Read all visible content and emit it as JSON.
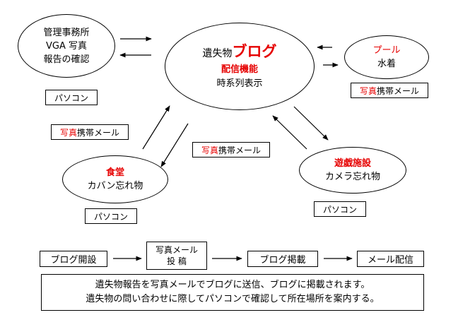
{
  "nodes": {
    "kanri": {
      "lines": [
        "管理事務所",
        "VGA 写真",
        "報告の確認"
      ]
    },
    "blog": {
      "prefix": "遺失物",
      "brand": "ブログ",
      "line2": "配信機能",
      "line3": "時系列表示"
    },
    "pool": {
      "line1": "プール",
      "line2": "水着"
    },
    "shokudo": {
      "line1": "食堂",
      "line2": "カバン忘れ物"
    },
    "yugi": {
      "line1": "遊戯施設",
      "line2": "カメラ忘れ物"
    }
  },
  "labels": {
    "pc": "パソコン",
    "photo": "写真",
    "mobile_mail": "携帯メール"
  },
  "flow": {
    "step1": "ブログ開設",
    "step2_line1": "写真メール",
    "step2_line2": "投 稿",
    "step3": "ブログ掲載",
    "step4": "メール配信"
  },
  "summary": {
    "line1": "遺失物報告を写真メールでブログに送信、ブログに掲載されます。",
    "line2": "遺失物の問い合わせに際してパソコンで確認して所在場所を案内する。"
  },
  "colors": {
    "accent": "#e60000",
    "line": "#000000"
  }
}
